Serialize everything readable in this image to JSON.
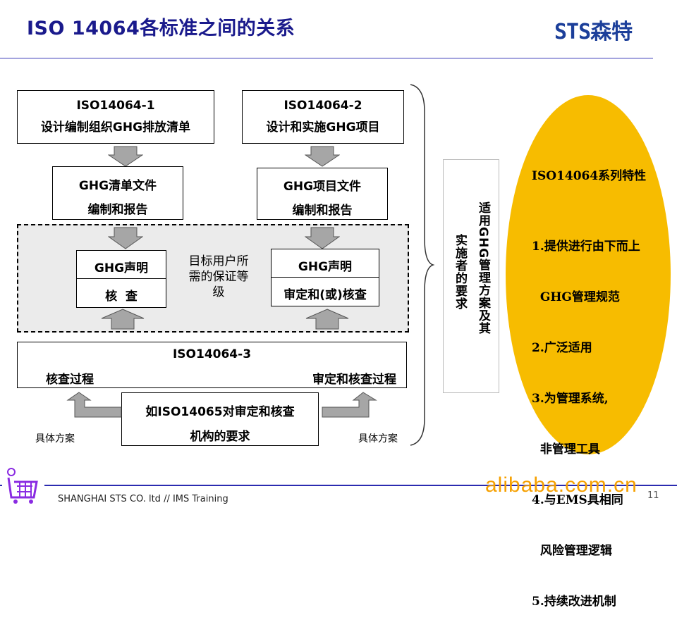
{
  "header": {
    "title": "ISO 14064各标准之间的关系",
    "logo_latin": "STS",
    "logo_cn": "森特"
  },
  "boxes": {
    "part1": {
      "line1": "ISO14064-1",
      "line2": "设计编制组织GHG排放清单"
    },
    "part2": {
      "line1": "ISO14064-2",
      "line2": "设计和实施GHG项目"
    },
    "inventory_doc": {
      "line1": "GHG清单文件",
      "line2": "编制和报告"
    },
    "project_doc": {
      "line1": "GHG项目文件",
      "line2": "编制和报告"
    },
    "claim_left": {
      "line1": "GHG声明",
      "line2": "核  查"
    },
    "claim_right": {
      "line1": "GHG声明",
      "line2": "审定和(或)核查"
    },
    "assurance_text": [
      "目标用户所",
      "需的保证等",
      "级"
    ],
    "part3": {
      "title": "ISO14064-3",
      "left": "核查过程",
      "right": "审定和核查过程"
    },
    "iso14065": {
      "line1": "如ISO14065对审定和核查",
      "line2": "机构的要求"
    },
    "left_label": "具体方案",
    "right_label": "具体方案"
  },
  "vertical": {
    "col1": "适用GHG管理方案及其",
    "col2": "实施者的要求"
  },
  "features": {
    "heading": "ISO14064系列特性",
    "items": [
      "1.提供进行由下而上",
      "  GHG管理规范",
      "2.广泛适用",
      "3.为管理系统,",
      "  非管理工具",
      "4.与EMS具相同",
      "  风险管理逻辑",
      "5.持续改进机制"
    ]
  },
  "footer": {
    "company": "SHANGHAI STS CO. ltd // IMS Training",
    "page_number": "11",
    "watermark": "alibaba.com.cn"
  },
  "colors": {
    "title": "#1a1a8c",
    "rule": "#2b2bb0",
    "ellipse": "#f7bc00",
    "arrow_fill": "#a6a6a6",
    "dashed_bg": "#ebebeb"
  }
}
